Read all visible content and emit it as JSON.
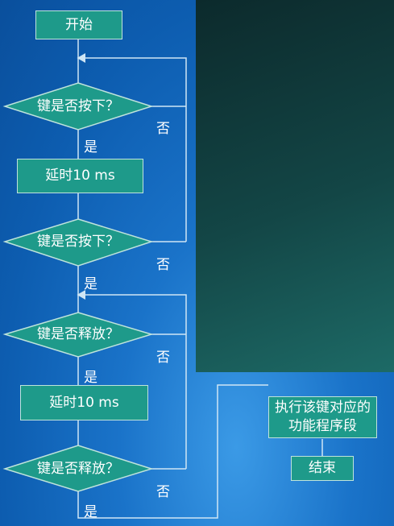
{
  "nodes": {
    "start": "开始",
    "decision1": "键是否按下？",
    "delay1": "延时10 ms",
    "decision2": "键是否按下？",
    "decision3": "键是否释放？",
    "delay2": "延时10 ms",
    "decision4": "键是否释放？",
    "execute_line1": "执行该键对应的",
    "execute_line2": "功能程序段",
    "end": "结束"
  },
  "labels": {
    "yes": "是",
    "no": "否"
  },
  "colors": {
    "box_fill": "#1e9a8a",
    "box_border": "#bfe3dc",
    "line": "#cfe6f5",
    "background_blue": "#0d5fb0",
    "background_dark": "#134646"
  }
}
